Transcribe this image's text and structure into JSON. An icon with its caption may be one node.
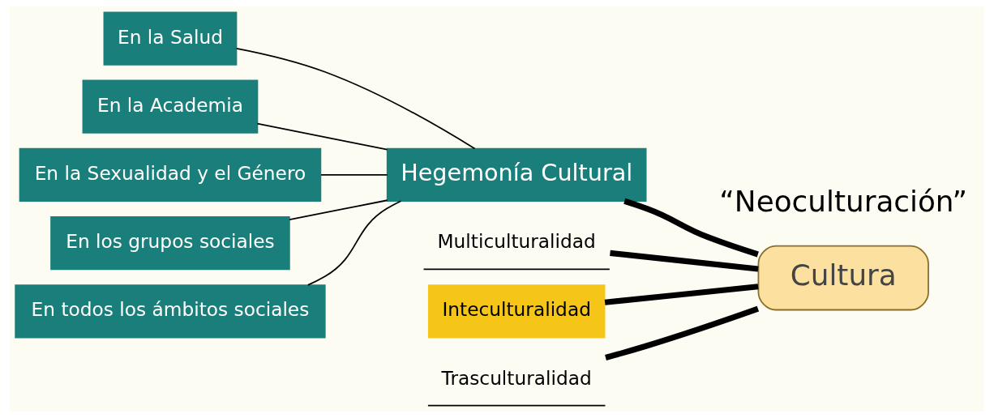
{
  "diagram": {
    "nodes": [
      {
        "text": [
          "Cultura"
        ]
      },
      {
        "text": [
          "Hegemonía Cultural"
        ]
      },
      {
        "text": [
          "Multiculturalidad"
        ]
      },
      {
        "text": [
          "Inteculturalidad"
        ]
      },
      {
        "text": [
          "Trasculturalidad"
        ]
      },
      {
        "text": [
          "En la Salud"
        ]
      },
      {
        "text": [
          "En la Academia"
        ]
      },
      {
        "text": [
          "En la Sexualidad y el Género"
        ]
      },
      {
        "text": [
          "En los grupos sociales"
        ]
      },
      {
        "text": [
          "En todos los ámbitos sociales"
        ]
      }
    ],
    "edges": [
      {
        "from": 0,
        "to": 1,
        "arrow": "none",
        "style": "thick"
      },
      {
        "from": 0,
        "to": 2,
        "arrow": "none",
        "style": "thick"
      },
      {
        "from": 0,
        "to": 3,
        "arrow": "none",
        "style": "thick"
      },
      {
        "from": 0,
        "to": 4,
        "arrow": "none",
        "style": "thick"
      },
      {
        "from": 1,
        "to": 5,
        "arrow": "none"
      },
      {
        "from": 1,
        "to": 6,
        "arrow": "none"
      },
      {
        "from": 1,
        "to": 7,
        "arrow": "none"
      },
      {
        "from": 1,
        "to": 8,
        "arrow": "none"
      },
      {
        "from": 1,
        "to": 9,
        "arrow": "none"
      }
    ],
    "labels": [
      "“Neoculturación”"
    ]
  }
}
